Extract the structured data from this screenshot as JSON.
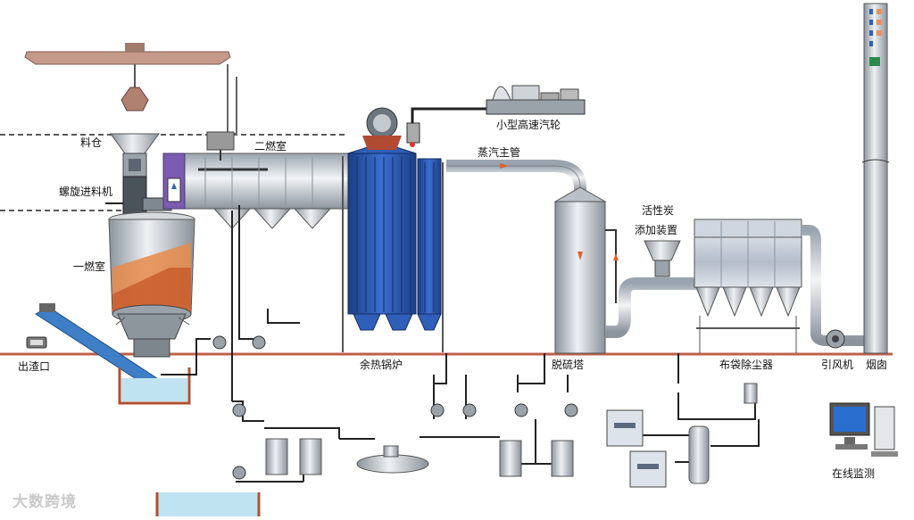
{
  "labels": {
    "hopper": "料仓",
    "screw_feeder": "螺旋进料机",
    "primary_chamber": "一燃室",
    "slag_outlet": "出渣口",
    "secondary_chamber": "二燃室",
    "waste_heat_boiler": "余热锅炉",
    "steam_main": "蒸汽主管",
    "small_turbine": "小型高速汽轮",
    "desulfurization_tower": "脱硫塔",
    "activated_carbon_line1": "活性炭",
    "activated_carbon_line2": "添加装置",
    "baghouse": "布袋除尘器",
    "id_fan": "引风机",
    "chimney": "烟囱",
    "online_monitoring": "在线监测"
  },
  "watermark": "大数跨境",
  "colors": {
    "boiler_blue": "#2f5fb8",
    "ground_line": "#c0604a",
    "slag_water": "#bfe3f0",
    "steel_gray": "#c8cdd3",
    "flame_orange": "#e8894a",
    "purple": "#7b5bb0"
  }
}
